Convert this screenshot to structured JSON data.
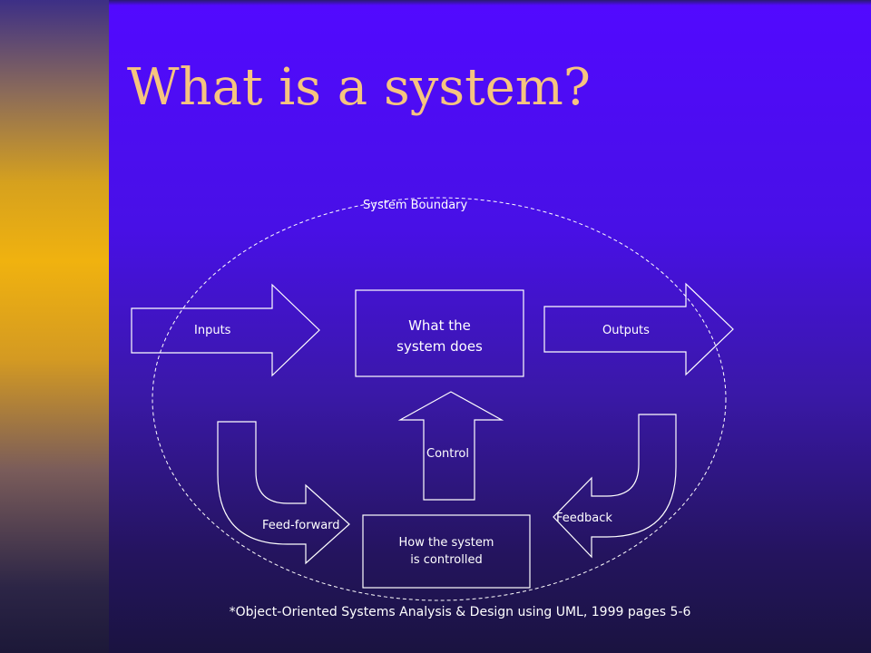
{
  "slide": {
    "title": "What is a system?",
    "citation": "*Object-Oriented Systems Analysis & Design using UML, 1999 pages 5-6"
  },
  "diagram": {
    "boundary_label": "System Boundary",
    "process_box": {
      "line1": "What the",
      "line2": "system does"
    },
    "control_box": {
      "line1": "How the system",
      "line2": "is controlled"
    },
    "arrows": {
      "inputs": "Inputs",
      "outputs": "Outputs",
      "control": "Control",
      "feed_forward": "Feed-forward",
      "feedback": "Feedback"
    }
  },
  "colors": {
    "background": "#5209ff",
    "left_band": "#f0b20f",
    "title": "#f6c47f",
    "text": "#ffffff",
    "lines": "#ffffff"
  }
}
